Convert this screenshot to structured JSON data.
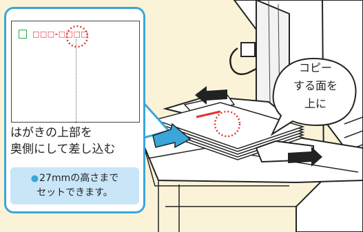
{
  "card": {
    "postal_code": "□□□-□□□□"
  },
  "instruction": {
    "line1": "はがきの上部を",
    "line2": "奥側にして差し込む"
  },
  "note": {
    "bullet": "●",
    "line1": "27mmの高さまで",
    "line2": "セットできます。"
  },
  "callout": {
    "line1": "コピー",
    "line2": "する面を",
    "line3": "上に"
  },
  "colors": {
    "background": "#fbf3d8",
    "panel_border": "#3aa6da",
    "arrow_blue": "#3aa6da",
    "highlight_red": "#e0332f",
    "stamp_green": "#26b04a",
    "note_bg": "#c9e6f8"
  }
}
